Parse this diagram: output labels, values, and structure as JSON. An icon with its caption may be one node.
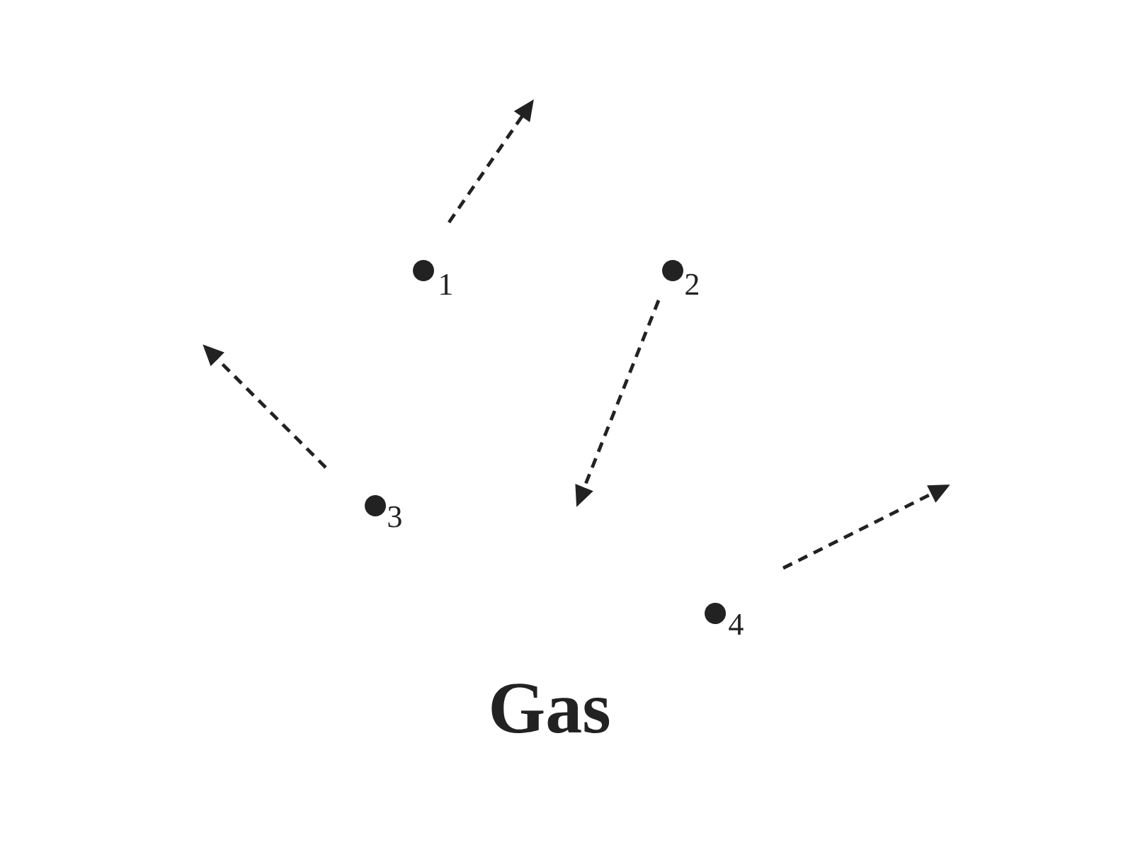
{
  "diagram": {
    "caption": "Gas",
    "labels": [
      "1",
      "2",
      "3",
      "4"
    ]
  }
}
